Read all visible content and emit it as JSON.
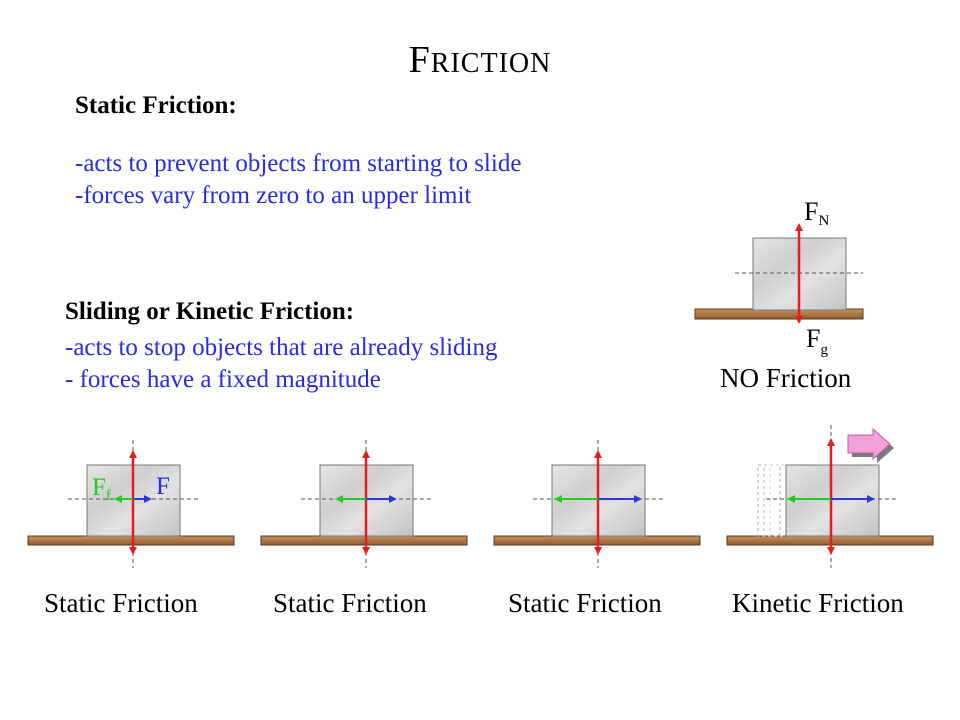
{
  "title": {
    "first": "F",
    "rest": "RICTION"
  },
  "static": {
    "heading": "Static Friction:",
    "lines": [
      "-acts to prevent objects from starting to slide",
      "-forces vary from zero to an upper limit"
    ]
  },
  "kinetic": {
    "heading": "Sliding or Kinetic Friction:",
    "lines": [
      "-acts to stop objects that are already sliding",
      "- forces have a fixed magnitude"
    ]
  },
  "no_friction_diagram": {
    "normal_force": {
      "main": "F",
      "sub": "N"
    },
    "gravity_force": {
      "main": "F",
      "sub": "g"
    },
    "caption": "NO Friction"
  },
  "panels": [
    {
      "caption": "Static Friction",
      "friction_label": {
        "main": "F",
        "sub": "f"
      },
      "applied_label": "F",
      "push_level": 0.3
    },
    {
      "caption": "Static Friction",
      "push_level": 0.55
    },
    {
      "caption": "Static Friction",
      "push_level": 0.8
    },
    {
      "caption": "Kinetic Friction",
      "push_level": 0.8,
      "sliding": true
    }
  ],
  "colors": {
    "text_blue": "#2a2ae0",
    "arrow_red": "#e02020",
    "arrow_blue": "#2a3ad8",
    "arrow_green": "#22cc22",
    "board": "#b07a4a",
    "block": "#d9d9d9",
    "motion_arrow": "#f2a0d8"
  }
}
